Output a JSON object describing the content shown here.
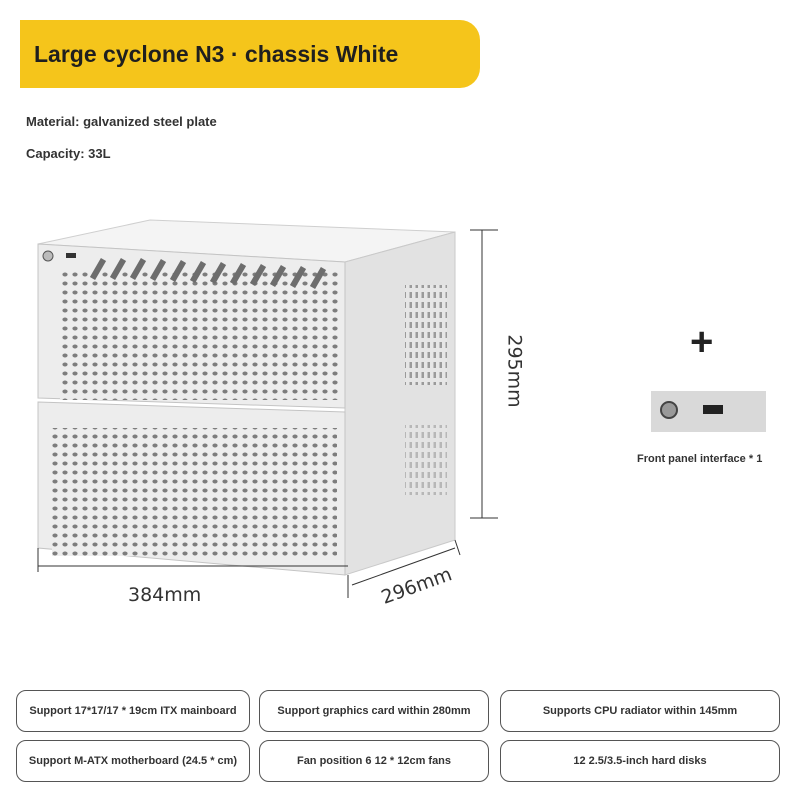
{
  "title": "Large cyclone N3 · chassis White",
  "specs": {
    "material": "Material: galvanized steel plate",
    "capacity": "Capacity: 33L"
  },
  "dimensions": {
    "width": "384mm",
    "depth": "296mm",
    "height": "295mm"
  },
  "accessory": {
    "plus": "+",
    "caption": "Front panel interface * 1"
  },
  "features": [
    "Support 17*17/17 * 19cm ITX mainboard",
    "Support graphics card within 280mm",
    "Supports CPU radiator within 145mm",
    "Support M-ATX motherboard (24.5 * cm)",
    "Fan position 6 12 * 12cm fans",
    "12 2.5/3.5-inch hard disks"
  ],
  "colors": {
    "accent": "#f5c51b",
    "chassis": "#ececec"
  }
}
